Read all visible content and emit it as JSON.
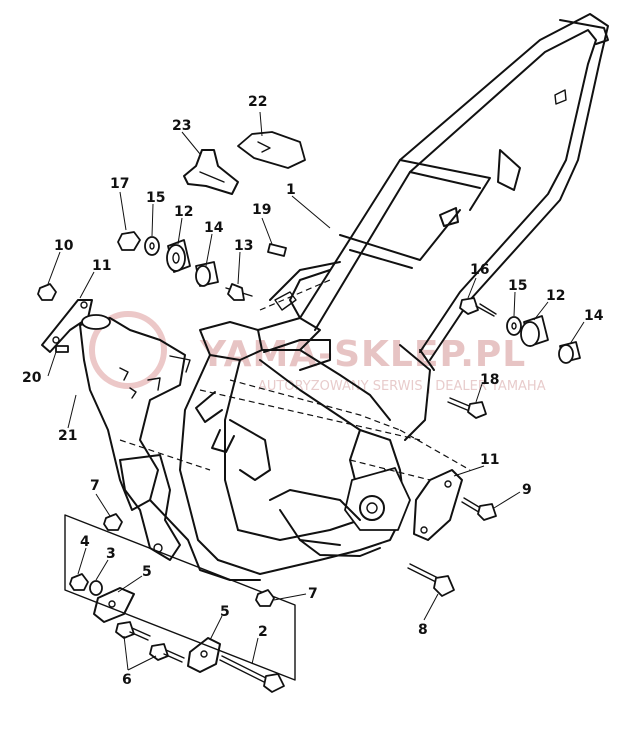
{
  "callouts": {
    "c1": "1",
    "c2": "2",
    "c3": "3",
    "c4": "4",
    "c5a": "5",
    "c5b": "5",
    "c6": "6",
    "c7a": "7",
    "c7b": "7",
    "c8": "8",
    "c9": "9",
    "c10": "10",
    "c11a": "11",
    "c11b": "11",
    "c12a": "12",
    "c12b": "12",
    "c13": "13",
    "c14a": "14",
    "c14b": "14",
    "c15a": "15",
    "c15b": "15",
    "c16": "16",
    "c17": "17",
    "c18": "18",
    "c19": "19",
    "c20": "20",
    "c21": "21",
    "c22": "22",
    "c23": "23"
  },
  "watermark": {
    "main": "YAMA-SKLEP.PL",
    "sub": "AUTORYZOWANY SERWIS  |  DEALER YAMAHA"
  }
}
